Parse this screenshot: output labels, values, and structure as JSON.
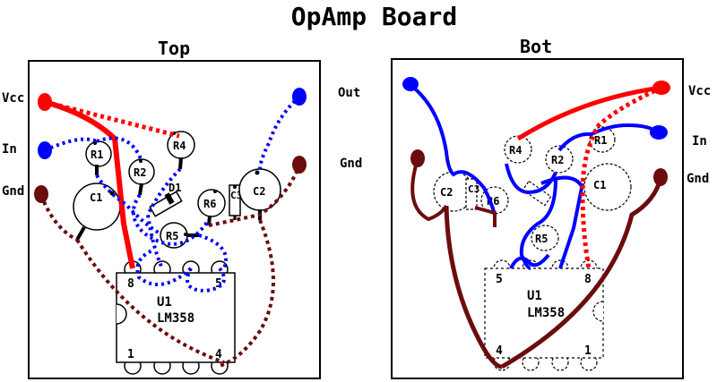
{
  "title": "OpAmp Board",
  "panels": {
    "top": {
      "heading": "Top",
      "side_labels": {
        "vcc": "Vcc",
        "in": "In",
        "gnd": "Gnd"
      },
      "components": {
        "r1": "R1",
        "r2": "R2",
        "r4": "R4",
        "r5": "R5",
        "r6": "R6",
        "c1": "C1",
        "c2": "C2",
        "c3": "C3",
        "d1": "D1"
      },
      "ic": {
        "ref": "U1",
        "part": "LM358",
        "pins": {
          "p1": "1",
          "p4": "4",
          "p5": "5",
          "p8": "8"
        }
      }
    },
    "bottom": {
      "heading": "Bot",
      "side_labels": {
        "out": "Out",
        "gnd": "Gnd",
        "vcc": "Vcc",
        "in": "In",
        "gnd2": "Gnd"
      },
      "components": {
        "r1": "R1",
        "r2": "R2",
        "r4": "R4",
        "r5": "R5",
        "r6": "R6",
        "c1": "C1",
        "c2": "C2",
        "c3": "C3"
      },
      "ic": {
        "ref": "U1",
        "part": "LM358",
        "pins": {
          "p1": "1",
          "p4": "4",
          "p5": "5",
          "p8": "8"
        }
      }
    }
  },
  "colors": {
    "vcc": "#ff0000",
    "signal": "#0000ff",
    "gnd": "#6b0d0d"
  }
}
